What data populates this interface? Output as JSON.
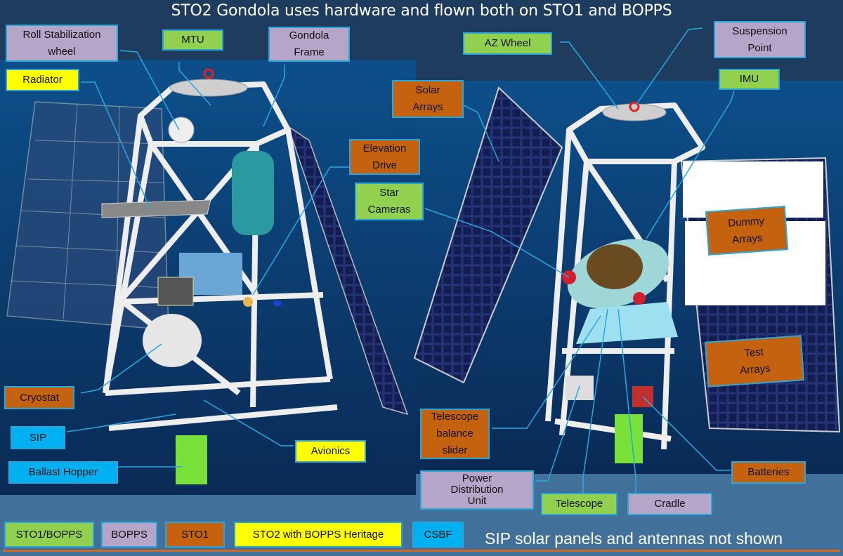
{
  "title": "STO2 Gondola uses hardware and flown both on STO1 and BOPPS",
  "colors": {
    "sto1_bopps": "#92d050",
    "bopps": "#b4a5c9",
    "sto1": "#c4620f",
    "sto2_bopps_heritage": "#ffff00",
    "csbf": "#00b0f0"
  },
  "labels": {
    "roll_wheel": "Roll Stabilization wheel",
    "mtu": "MTU",
    "gondola_frame": "Gondola Frame",
    "radiator": "Radiator",
    "solar_arrays": "Solar Arrays",
    "az_wheel": "AZ Wheel",
    "suspension_point": "Suspension Point",
    "imu": "IMU",
    "elevation_drive": "Elevation Drive",
    "star_cameras": "Star Cameras",
    "dummy_arrays": "Dummy Arrays",
    "test_arrays": "Test Arrays",
    "cryostat": "Cryostat",
    "sip": "SIP",
    "ballast_hopper": "Ballast Hopper",
    "avionics": "Avionics",
    "telescope_balance_slider": "Telescope balance slider",
    "pdu": "Power Distribution Unit",
    "telescope": "Telescope",
    "cradle": "Cradle",
    "batteries": "Batteries"
  },
  "legend": [
    "STO1/BOPPS",
    "BOPPS",
    "STO1",
    "STO2 with BOPPS Heritage",
    "CSBF"
  ],
  "footnote": "SIP solar panels and antennas not shown"
}
